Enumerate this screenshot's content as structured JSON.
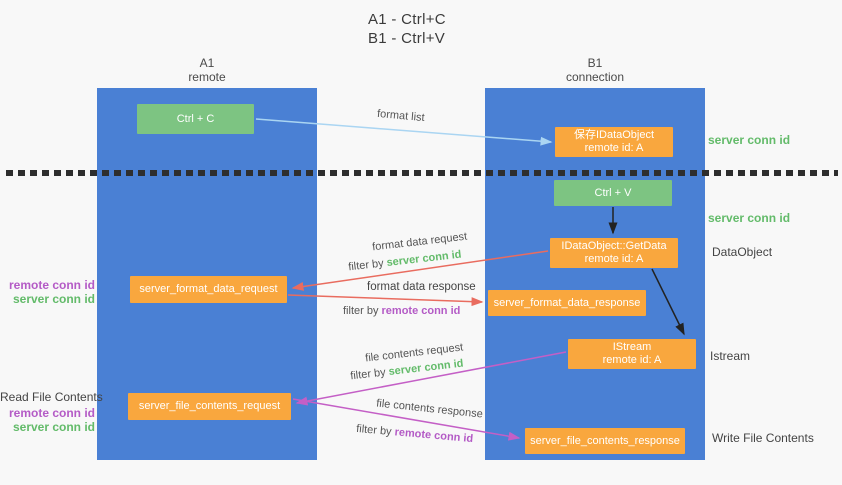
{
  "title": {
    "line1": "A1 - Ctrl+C",
    "line2": "B1 - Ctrl+V"
  },
  "lanes": {
    "left": {
      "name": "A1",
      "role": "remote"
    },
    "right": {
      "name": "B1",
      "role": "connection"
    }
  },
  "nodes": {
    "ctrl_c": "Ctrl + C",
    "ctrl_v": "Ctrl + V",
    "save_dataobject": {
      "line1": "保存IDataObject",
      "line2": "remote id: A"
    },
    "getdata": {
      "line1": "IDataObject::GetData",
      "line2": "remote id: A"
    },
    "istream": {
      "line1": "IStream",
      "line2": "remote id: A"
    },
    "server_format_data_request": "server_format_data_request",
    "server_format_data_response": "server_format_data_response",
    "server_file_contents_request": "server_file_contents_request",
    "server_file_contents_response": "server_file_contents_response"
  },
  "right_labels": {
    "server_conn_id_top": "server conn id",
    "server_conn_id_mid": "server conn id",
    "dataobject": "DataObject",
    "istream": "Istream",
    "write_file_contents": "Write File Contents"
  },
  "left_labels": {
    "remote_conn_id_top": "remote conn id",
    "server_conn_id_top": "server conn id",
    "read_file_contents": "Read File Contents",
    "remote_conn_id_bottom": "remote conn id",
    "server_conn_id_bottom": "server conn id"
  },
  "arrow_labels": {
    "format_list": "format list",
    "format_data_request": "format data request",
    "format_data_response": "format data response",
    "file_contents_request": "file contents request",
    "file_contents_response": "file contents response",
    "filter_by": "filter by ",
    "server_conn_id": "server conn id",
    "remote_conn_id": "remote conn id"
  },
  "colors": {
    "lane_blue": "#4a80d4",
    "box_green": "#7dc482",
    "box_orange": "#f9a73e",
    "arrow_red": "#e96c5f",
    "arrow_purple": "#c45fc6",
    "arrow_light_blue": "#aad5f2",
    "text_green": "#63bb6a",
    "text_purple": "#b45bc6"
  }
}
